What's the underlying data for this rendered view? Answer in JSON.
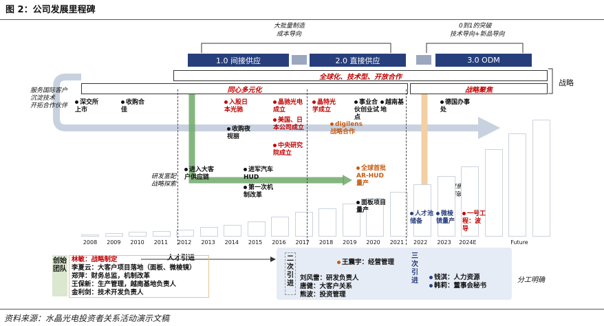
{
  "figure_title": "图 2：公司发展里程碑",
  "source": "资料来源：水晶光电投资者关系活动演示文稿",
  "phases": [
    {
      "label": "1.0 间接供应"
    },
    {
      "label": "2.0 直接供应"
    },
    {
      "label": "3.0 ODM"
    }
  ],
  "phase_notes": {
    "mass_production": "大批量制造",
    "cost_oriented": "成本导向",
    "zero_to_one": "0到1的突破",
    "tech_new_product": "技术导向+新品导向"
  },
  "strategy_label": "战略",
  "strategy_band": "全球化、技术型、开放合作",
  "strategy_focus_left": "同心多元化",
  "strategy_focus_right": "战略聚焦",
  "left_notes": {
    "service_intl": "服务国际客户",
    "tech_accum": "沉淀技术",
    "open_partners": "开拓合作伙伴",
    "rd_wealth": "研发富配",
    "strategic_explore": "战略探索",
    "transfer_focus": "战略聚焦",
    "key_break": "重点突破",
    "division": "分工明确"
  },
  "years": [
    "2008",
    "2009",
    "2010",
    "2011",
    "2012",
    "2013",
    "2014",
    "2015",
    "2016",
    "2017",
    "2018",
    "2019",
    "2020",
    "2021",
    "2022",
    "2023",
    "2024E",
    "Future"
  ],
  "bar_levels": [
    0.02,
    0.03,
    0.04,
    0.05,
    0.06,
    0.08,
    0.1,
    0.13,
    0.17,
    0.21,
    0.24,
    0.28,
    0.33,
    0.38,
    0.45,
    0.52,
    0.6,
    0.75,
    0.88,
    1.0
  ],
  "events": {
    "e2008": "深交所上市",
    "e2010": "收购合佳",
    "e2014a": "入股日本光驰",
    "e2014b": "收购夜视丽",
    "e2016a": "晶驰光电成立",
    "e2016b": "美国、日本公司成立",
    "e2016c": "中央研究院成立",
    "e2018": "晶特光学成立",
    "e2020a": "事业合伙创业试点",
    "e2020b": "digilens战略合作",
    "e2021": "越南基地",
    "e2023": "德国办事处",
    "e2013": "进入大客户供应链",
    "e2015a": "进军汽车HUD",
    "e2015b": "第一次机制改革",
    "e2020c": "全球首批AR-HUD量产",
    "e2020d": "面板项目量产",
    "e2022a": "人才池储备",
    "e2023b": "微棱镜量产",
    "e2024": "一号工程：波导"
  },
  "talent": {
    "label": "人才引进",
    "second_intro": "二次引进",
    "third_intro": "三次引进",
    "founding_team": "创始团队",
    "lin": "林敏：战略制定",
    "li": "李夏云：大客户项目落地（面板、微棱镜）",
    "zheng": "郑萍：财务总监，机制改革",
    "wang": "王保新：生产管理，越南基地负责人",
    "jin": "金利剑：技术开发负责人",
    "wang2": "王震宇：经营管理",
    "liu": "刘风雷：研发负责人",
    "tang": "唐健：大客户关系",
    "xiong": "熊波：投资管理",
    "qian": "钱淇：人力资源",
    "han": "韩莉：董事会秘书"
  }
}
